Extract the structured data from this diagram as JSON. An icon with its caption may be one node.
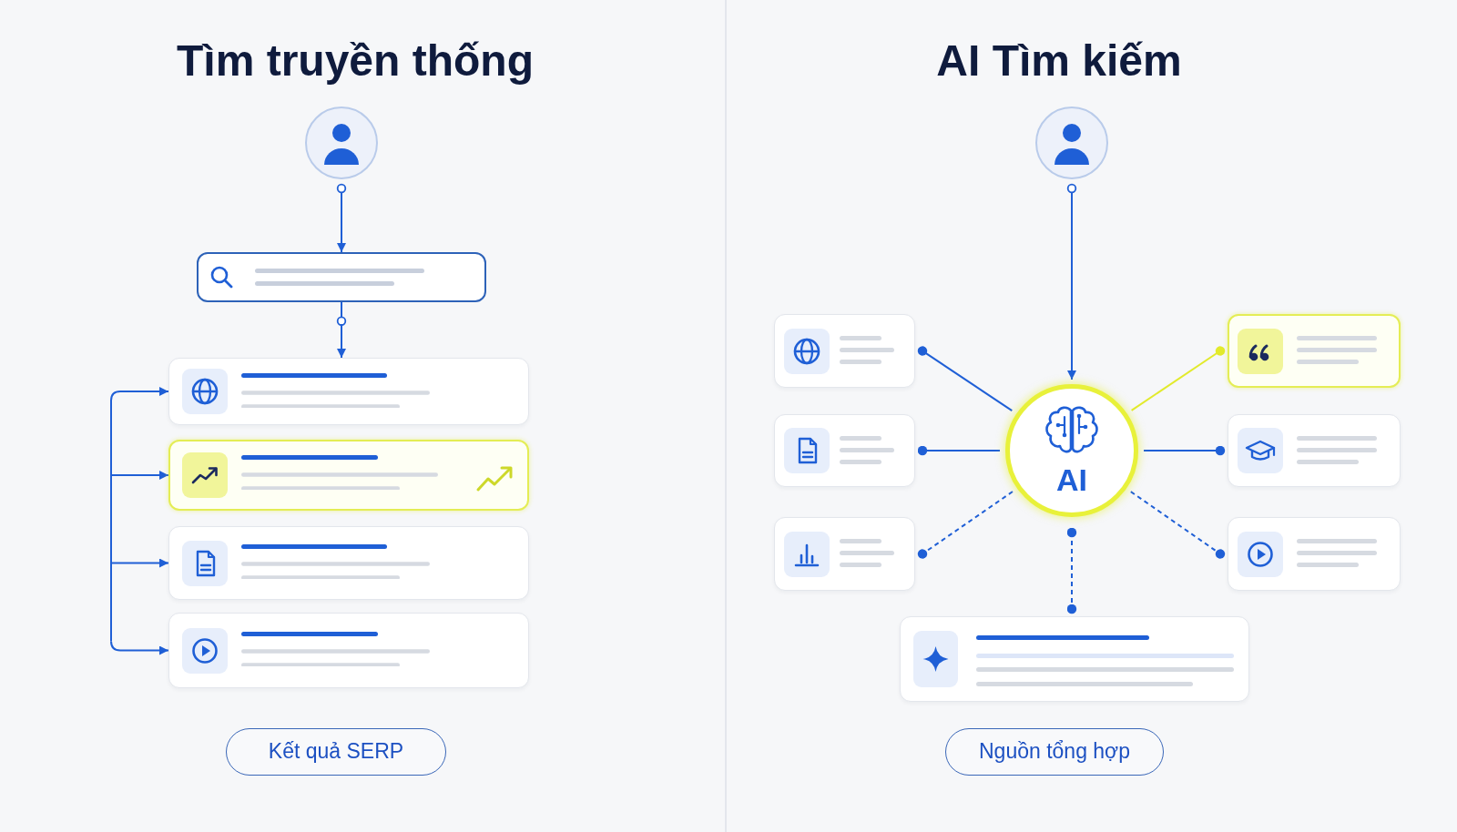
{
  "diagram": {
    "nodes": [
      {
        "text": [],
        "shape": "person"
      },
      {
        "text": [],
        "shape": "box"
      },
      {
        "text": [],
        "shape": "box"
      },
      {
        "text": [],
        "shape": "box"
      },
      {
        "text": [],
        "shape": "box"
      },
      {
        "text": [],
        "shape": "box"
      },
      {
        "text": [
          "Kết quả SERP"
        ]
      },
      {
        "text": [],
        "shape": "person"
      },
      {
        "text": [],
        "shape": "box"
      },
      {
        "text": [],
        "shape": "box"
      },
      {
        "text": [
          "AI"
        ]
      },
      {
        "text": [],
        "shape": "box"
      },
      {
        "text": [],
        "shape": "box"
      },
      {
        "text": [],
        "shape": "box"
      },
      {
        "text": [],
        "shape": "box"
      },
      {
        "text": [],
        "shape": "box"
      },
      {
        "text": [
          "Nguồn tổng hợp"
        ]
      }
    ],
    "edges": [
      {
        "from": 0,
        "to": 1,
        "arrow": "to"
      },
      {
        "from": 1,
        "to": 2,
        "arrow": "to"
      },
      {
        "from": null,
        "to": 2,
        "arrow": "to"
      },
      {
        "from": null,
        "to": 3,
        "arrow": "to"
      },
      {
        "from": null,
        "to": 4,
        "arrow": "to"
      },
      {
        "from": null,
        "to": 5,
        "arrow": "to"
      },
      {
        "from": 7,
        "to": 10,
        "arrow": "to"
      },
      {
        "from": 10,
        "to": 8,
        "arrow": "other"
      },
      {
        "from": 10,
        "to": 9,
        "arrow": "other",
        "color": "#e2ea2c"
      },
      {
        "from": 10,
        "to": 11,
        "arrow": "other"
      },
      {
        "from": 10,
        "to": 12,
        "arrow": "other"
      },
      {
        "from": 10,
        "to": 13,
        "arrow": "other",
        "style": "dashed"
      },
      {
        "from": 10,
        "to": 14,
        "arrow": "other",
        "style": "dashed"
      },
      {
        "from": 10,
        "to": 15,
        "arrow": "other",
        "style": "dashed"
      }
    ],
    "labels": [
      "Tìm truyền thống",
      "AI Tìm kiếm"
    ]
  }
}
